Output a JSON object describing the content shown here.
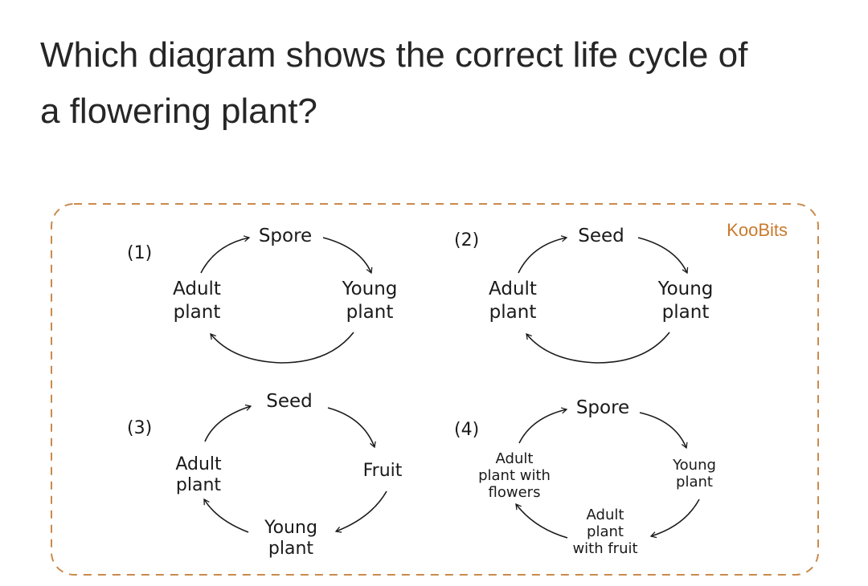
{
  "question": {
    "line1": "Which diagram shows the correct life cycle of",
    "line2": "a flowering plant?"
  },
  "brand": {
    "text": "KooBits",
    "color": "#c97a2c"
  },
  "frame": {
    "border_color": "#c98a4c"
  },
  "diagrams": [
    {
      "number": "(1)",
      "stages": {
        "top": "Spore",
        "right": [
          "Young",
          "plant"
        ],
        "left": [
          "Adult",
          "plant"
        ]
      }
    },
    {
      "number": "(2)",
      "stages": {
        "top": "Seed",
        "right": [
          "Young",
          "plant"
        ],
        "left": [
          "Adult",
          "plant"
        ]
      }
    },
    {
      "number": "(3)",
      "stages": {
        "top": "Seed",
        "right": "Fruit",
        "bottom": [
          "Young",
          "plant"
        ],
        "left": [
          "Adult",
          "plant"
        ]
      }
    },
    {
      "number": "(4)",
      "stages": {
        "top": "Spore",
        "right": [
          "Young",
          "plant"
        ],
        "bottom": [
          "Adult",
          "plant",
          "with fruit"
        ],
        "left": [
          "Adult",
          "plant with",
          "flowers"
        ]
      }
    }
  ]
}
